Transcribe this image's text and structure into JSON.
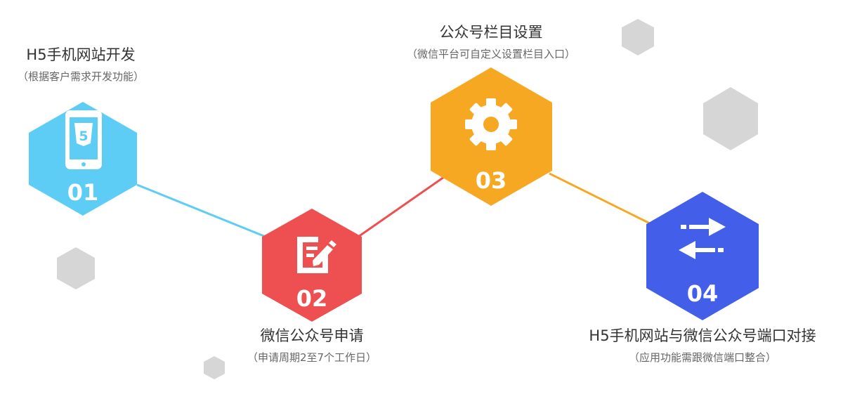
{
  "steps": [
    {
      "number": "01",
      "title": "H5手机网站开发",
      "subtitle": "（根据客户需求开发功能）",
      "color": "#5dcdf5",
      "icon": "html5-phone-icon"
    },
    {
      "number": "02",
      "title": "微信公众号申请",
      "subtitle": "（申请周期2至7个工作日）",
      "color": "#ee4f50",
      "icon": "edit-document-icon"
    },
    {
      "number": "03",
      "title": "公众号栏目设置",
      "subtitle": "（微信平台可自定义设置栏目入口）",
      "color": "#f7a823",
      "icon": "gear-icon"
    },
    {
      "number": "04",
      "title": "H5手机网站与微信公众号端口对接",
      "subtitle": "（应用功能需跟微信端口整合）",
      "color": "#435fea",
      "icon": "exchange-arrows-icon"
    }
  ],
  "decor_color": "#d5d5d5"
}
